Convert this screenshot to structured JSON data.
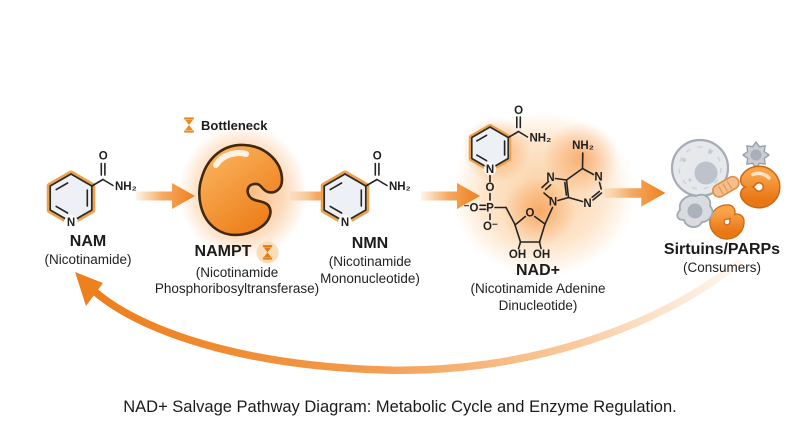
{
  "caption": "NAD+ Salvage Pathway Diagram: Metabolic Cycle and Enzyme Regulation.",
  "bottleneck_label": "Bottleneck",
  "nodes": {
    "nam": {
      "title": "NAM",
      "subtitle": "(Nicotinamide)"
    },
    "nampt": {
      "title": "NAMPT",
      "subtitle": "(Nicotinamide Phosphoribosyltransferase)"
    },
    "nmn": {
      "title": "NMN",
      "subtitle": "(Nicotinamide Mononucleotide)"
    },
    "nad": {
      "title": "NAD+",
      "subtitle": "(Nicotinamide Adenine Dinucleotide)"
    },
    "consumers": {
      "title": "Sirtuins/PARPs",
      "subtitle": "(Consumers)"
    }
  },
  "atoms": {
    "o": "O",
    "n": "N",
    "nh2": "NH₂",
    "oh": "OH",
    "p": "P",
    "o_minus_left": "⁻O",
    "o_minus": "O⁻"
  },
  "colors": {
    "arrow_orange": "#EF7F1D",
    "enzyme_orange": "#EC7C17",
    "glow_orange": "#F89D3D",
    "ring_highlight": "#EFA24C",
    "cell_gray": "#E6E8EC",
    "text": "#1B1B1B"
  }
}
